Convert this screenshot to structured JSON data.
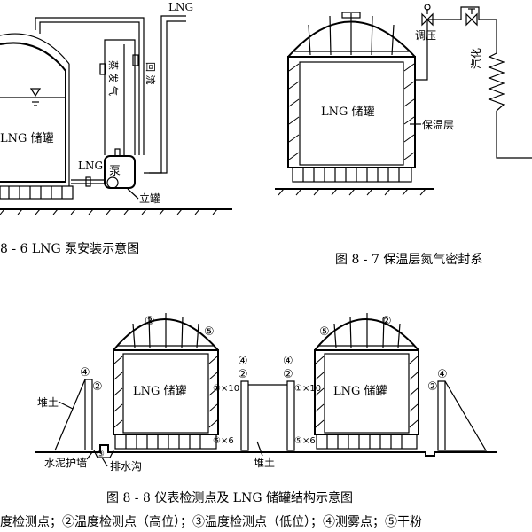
{
  "fig6": {
    "caption": "8 - 6   LNG 泵安装示意图",
    "tank_label": "LNG 储罐",
    "pipe_top": "LNG",
    "boiloff": "蒸 发 气",
    "return_flow": "回 流",
    "lng_inlet": "LNG",
    "pump": "泵",
    "vertical_tank": "立罐"
  },
  "fig7": {
    "caption": "图 8 - 7    保温层氮气密封系",
    "tank_label": "LNG 储罐",
    "insulation": "保温层",
    "regulator": "调压",
    "vaporizer": "汽化"
  },
  "fig8": {
    "caption": "图 8 - 8    仪表检测点及 LNG 储罐结构示意图",
    "legend": "度检测点；②温度检测点（高位）；③温度检测点（低位）；④测雾点；⑤干粉",
    "tank_left_label": "LNG 储罐",
    "tank_right_label": "LNG 储罐",
    "earth_left": "堆土",
    "earth_mid": "堆土",
    "wall": "水泥护墙",
    "drain": "排水沟",
    "m2": "②",
    "m3": "③",
    "m4": "④",
    "m5": "⑤",
    "m1x10": "①×10",
    "m5x6": "⑤×6"
  }
}
